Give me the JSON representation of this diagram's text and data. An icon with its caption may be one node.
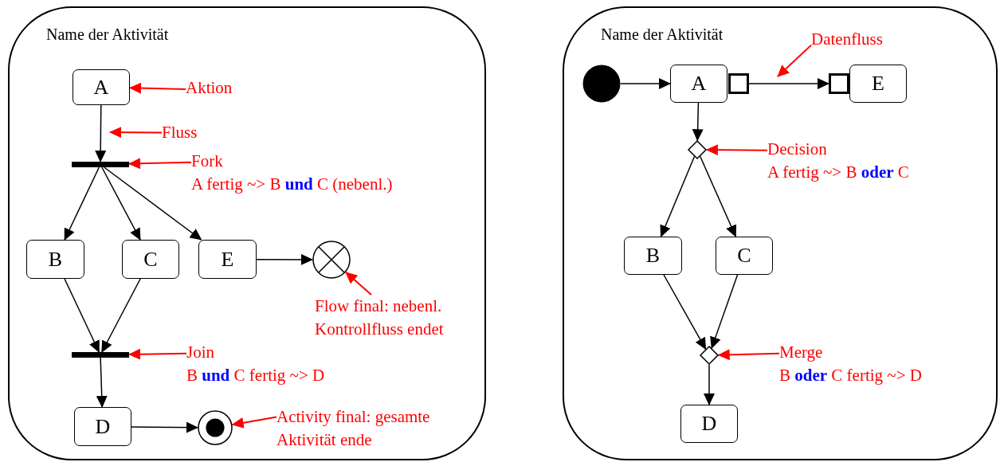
{
  "diagram": {
    "nodes": [
      {
        "text": [
          "Name der Aktivität"
        ]
      },
      {
        "text": [
          "A"
        ],
        "in": 0
      },
      {
        "text": [],
        "shape": "bar",
        "in": 0
      },
      {
        "text": [
          "B"
        ],
        "in": 0
      },
      {
        "text": [
          "C"
        ],
        "in": 0
      },
      {
        "text": [
          "E"
        ],
        "in": 0
      },
      {
        "text": [],
        "shape": "circle",
        "in": 0
      },
      {
        "text": [],
        "shape": "bar",
        "in": 0
      },
      {
        "text": [
          "D"
        ],
        "in": 0
      },
      {
        "text": [],
        "shape": "circle",
        "in": 0
      },
      {
        "text": [
          "Aktion"
        ],
        "in": 0
      },
      {
        "text": [
          "Fluss"
        ],
        "in": 0
      },
      {
        "text": [
          "Fork",
          "A fertig ~> B **und** C (nebenl.)"
        ],
        "in": 0
      },
      {
        "text": [
          "Flow final: nebenl. Kontrollfluss endet"
        ],
        "in": 0
      },
      {
        "text": [
          "Join",
          "B **und** C fertig ~> D"
        ],
        "in": 0
      },
      {
        "text": [
          "Activity final: gesamte Aktivität ende"
        ],
        "in": 0
      },
      {
        "text": [
          "Name der Aktivität"
        ]
      },
      {
        "text": [],
        "shape": "circle",
        "in": 16
      },
      {
        "text": [
          "A"
        ],
        "in": 16
      },
      {
        "text": [],
        "shape": "box",
        "in": 16
      },
      {
        "text": [],
        "shape": "box",
        "in": 16
      },
      {
        "text": [
          "E"
        ],
        "in": 16
      },
      {
        "text": [],
        "shape": "diamond",
        "in": 16
      },
      {
        "text": [
          "B"
        ],
        "in": 16
      },
      {
        "text": [
          "C"
        ],
        "in": 16
      },
      {
        "text": [],
        "shape": "diamond",
        "in": 16
      },
      {
        "text": [
          "D"
        ],
        "in": 16
      },
      {
        "text": [
          "Datenfluss"
        ],
        "in": 16
      },
      {
        "text": [
          "Decision",
          "A fertig ~> B **oder** C"
        ],
        "in": 16
      },
      {
        "text": [
          "Merge",
          "B **oder** C fertig ~> D"
        ],
        "in": 16
      }
    ],
    "edges": [
      {
        "from": 1,
        "to": 2,
        "arrow": "to"
      },
      {
        "from": 2,
        "to": 3,
        "arrow": "to"
      },
      {
        "from": 2,
        "to": 4,
        "arrow": "to"
      },
      {
        "from": 2,
        "to": 5,
        "arrow": "to"
      },
      {
        "from": 5,
        "to": 6,
        "arrow": "to"
      },
      {
        "from": 3,
        "to": 7,
        "arrow": "to"
      },
      {
        "from": 4,
        "to": 7,
        "arrow": "to"
      },
      {
        "from": 7,
        "to": 8,
        "arrow": "to"
      },
      {
        "from": 8,
        "to": 9,
        "arrow": "to"
      },
      {
        "from": 10,
        "to": 1,
        "arrow": "to",
        "color": "#ff0000"
      },
      {
        "from": 11,
        "to": null,
        "arrow": "to",
        "color": "#ff0000"
      },
      {
        "from": 12,
        "to": 2,
        "arrow": "to",
        "color": "#ff0000"
      },
      {
        "from": 13,
        "to": 6,
        "arrow": "to",
        "color": "#ff0000"
      },
      {
        "from": 14,
        "to": 7,
        "arrow": "to",
        "color": "#ff0000"
      },
      {
        "from": 15,
        "to": 9,
        "arrow": "to",
        "color": "#ff0000"
      },
      {
        "from": 17,
        "to": 18,
        "arrow": "to"
      },
      {
        "from": 19,
        "to": 20,
        "arrow": "to"
      },
      {
        "from": 18,
        "to": 22,
        "arrow": "to"
      },
      {
        "from": 22,
        "to": 23,
        "arrow": "to"
      },
      {
        "from": 22,
        "to": 24,
        "arrow": "to"
      },
      {
        "from": 23,
        "to": 25,
        "arrow": "to"
      },
      {
        "from": 24,
        "to": 25,
        "arrow": "to"
      },
      {
        "from": 25,
        "to": 26,
        "arrow": "to"
      },
      {
        "from": 27,
        "to": null,
        "arrow": "to",
        "color": "#ff0000"
      },
      {
        "from": 28,
        "to": 22,
        "arrow": "to",
        "color": "#ff0000"
      },
      {
        "from": 29,
        "to": 25,
        "arrow": "to",
        "color": "#ff0000"
      }
    ]
  }
}
